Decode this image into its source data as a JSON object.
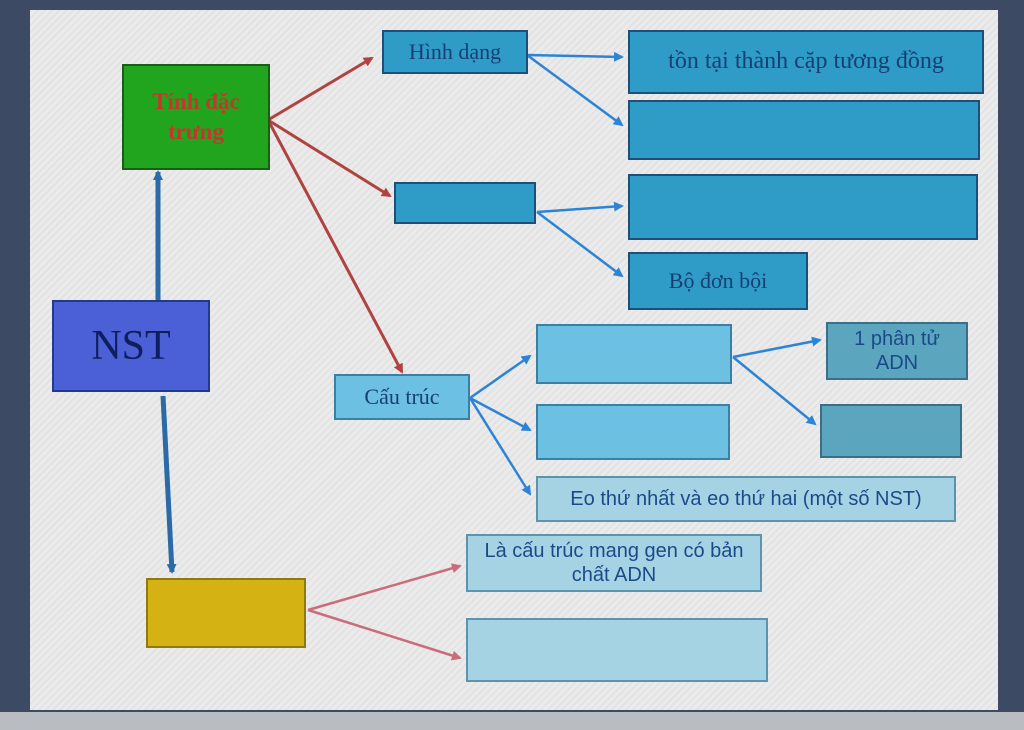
{
  "colors": {
    "green_box": "#22a51e",
    "yellow_box": "#d4b214",
    "nst_box": "#4b5fd6",
    "red_arrow": "#b14242",
    "pink_arrow": "#c96d7c",
    "blue_arrow": "#2d84d6",
    "red_text": "#c0392b"
  },
  "nodes": {
    "tinh_dac_trung": "Tính đặc trưng",
    "nst": "NST",
    "hinh_dang": "Hình dạng",
    "ton_tai": "tồn tại thành cặp tương đồng",
    "bo_don_boi": "Bộ đơn bội",
    "cau_truc": "Cấu trúc",
    "phan_tu_adn": "1 phân tử ADN",
    "eo": "Eo thứ nhất và eo thứ hai (một số NST)",
    "mang_gen": "Là cấu trúc mang gen có bản chất ADN"
  }
}
